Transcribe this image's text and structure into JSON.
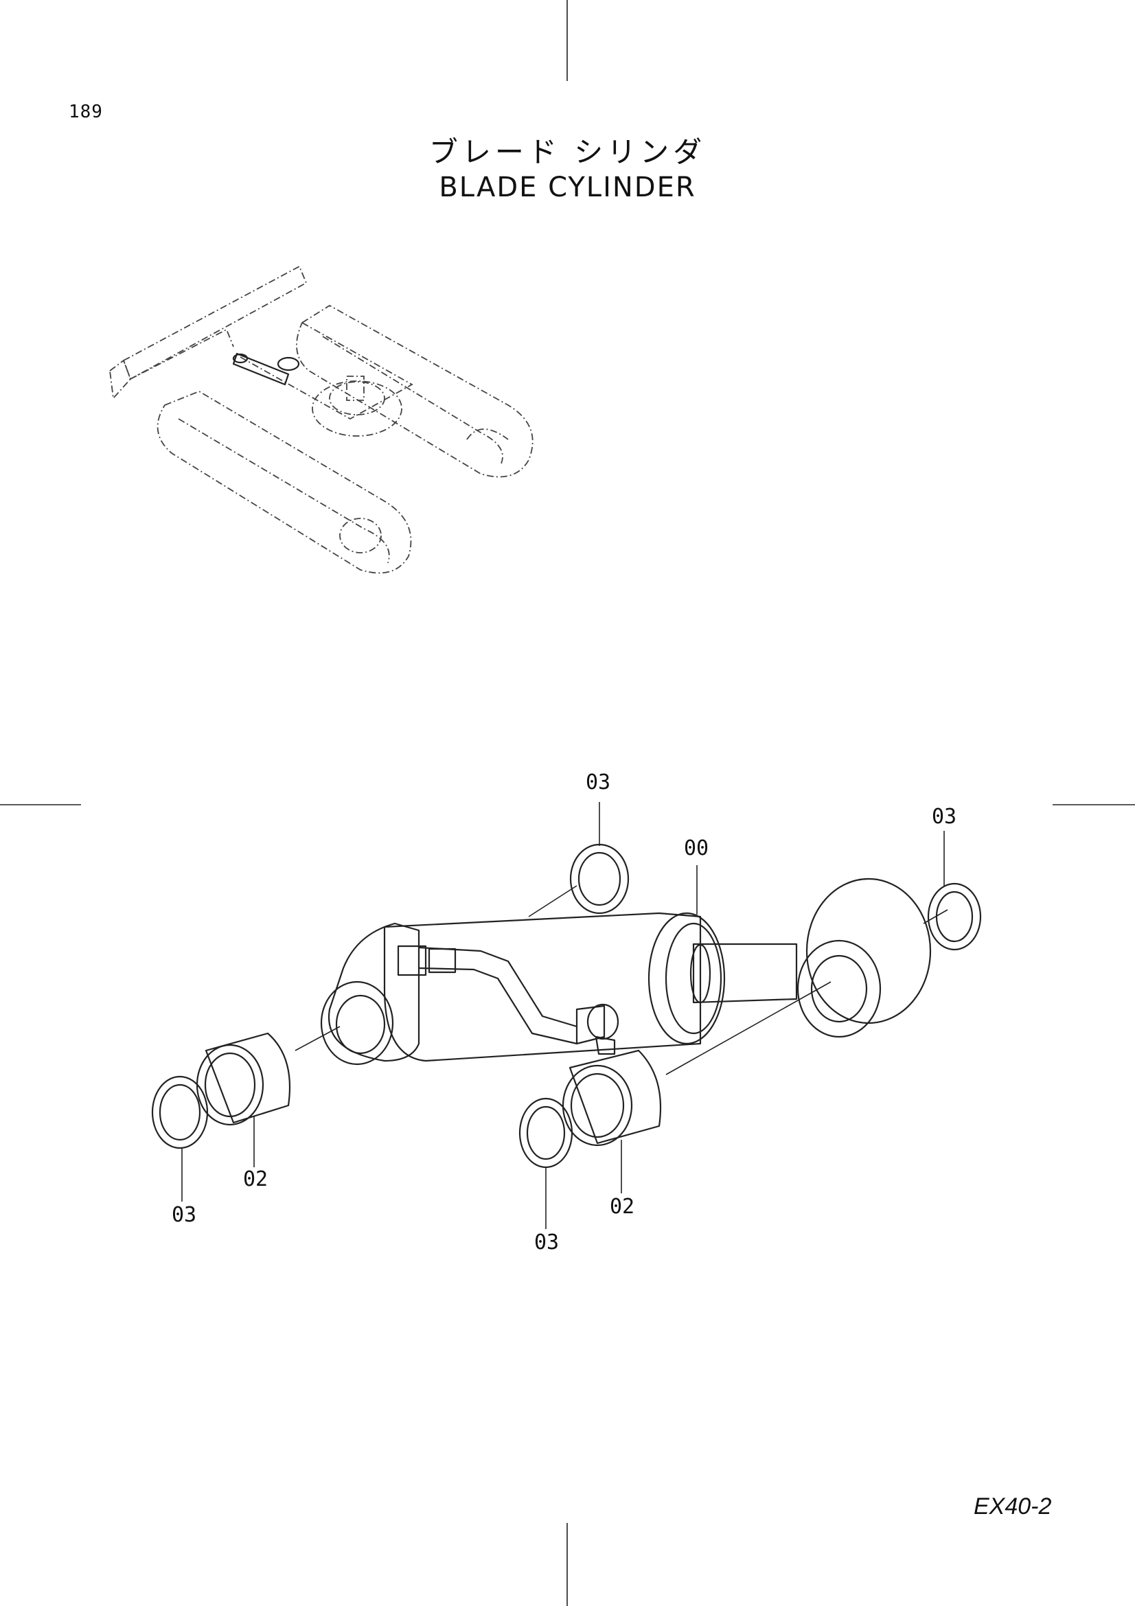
{
  "header": {
    "page_number": "189",
    "title_japanese": "ブレード シリンダ",
    "title_english": "BLADE CYLINDER"
  },
  "callouts": {
    "c1": "03",
    "c2": "00",
    "c3": "03",
    "c4": "02",
    "c5": "03",
    "c6": "03",
    "c7": "02"
  },
  "footer": {
    "model": "EX40-2"
  }
}
